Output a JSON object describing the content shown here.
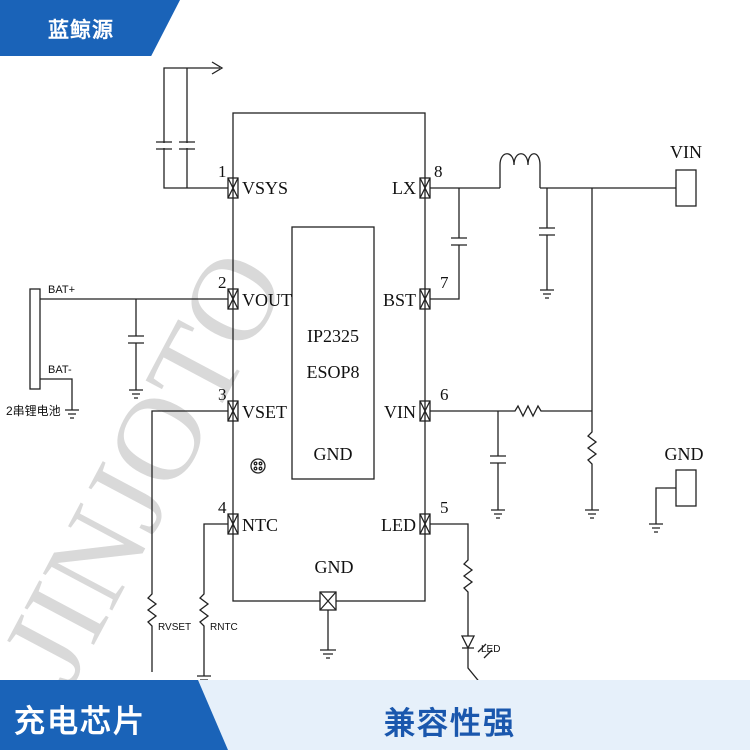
{
  "brand": {
    "name": "蓝鲸源"
  },
  "footer": {
    "left_label": "充电芯片",
    "right_label": "兼容性强"
  },
  "chip": {
    "part": "IP2325",
    "package": "ESOP8",
    "center_label": "GND",
    "bottom_pin_label": "GND"
  },
  "pins_left": [
    {
      "num": "1",
      "name": "VSYS"
    },
    {
      "num": "2",
      "name": "VOUT"
    },
    {
      "num": "3",
      "name": "VSET"
    },
    {
      "num": "4",
      "name": "NTC"
    }
  ],
  "pins_right": [
    {
      "num": "8",
      "name": "LX"
    },
    {
      "num": "7",
      "name": "BST"
    },
    {
      "num": "6",
      "name": "VIN"
    },
    {
      "num": "5",
      "name": "LED"
    }
  ],
  "connectors": {
    "vin": "VIN",
    "gnd": "GND"
  },
  "battery": {
    "pos": "BAT+",
    "neg": "BAT-",
    "label": "2串锂电池"
  },
  "components": {
    "rvset": "RVSET",
    "rntc": "RNTC",
    "led": "LED"
  },
  "watermark": "JINJOTO",
  "colors": {
    "brand_blue": "#1a63b8",
    "light_panel": "#e6f0fa",
    "right_label_color": "#1a57ad"
  }
}
